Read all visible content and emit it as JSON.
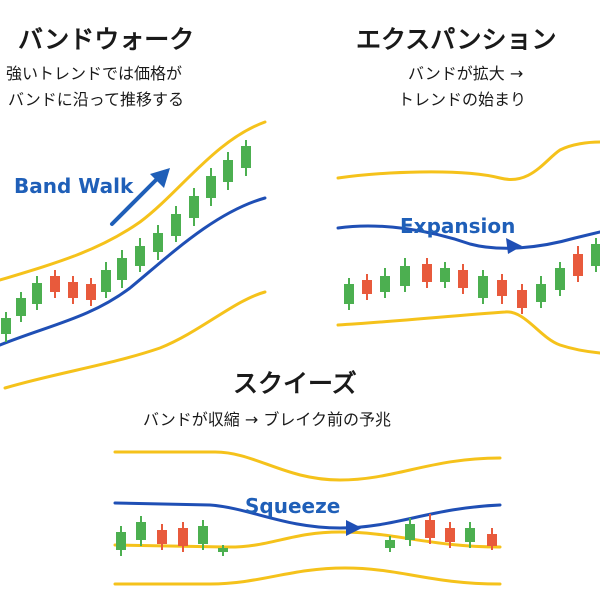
{
  "panels": {
    "band_walk": {
      "title": "バンドウォーク",
      "desc_line1": "強いトレンドでは価格が",
      "desc_line2": "バンドに沿って推移する",
      "label": "Band Walk"
    },
    "expansion": {
      "title": "エクスパンション",
      "desc_line1": "バンドが拡大 →",
      "desc_line2": "トレンドの始まり",
      "label": "Expansion"
    },
    "squeeze": {
      "title": "スクイーズ",
      "desc_line1": "バンドが収縮 → ブレイク前の予兆",
      "label": "Squeeze"
    }
  },
  "colors": {
    "outer_band": "#f5c21b",
    "middle_band": "#1f4fb5",
    "up_candle": "#4caf50",
    "down_candle": "#e85a3c",
    "label_blue": "#1f5fb8",
    "text": "#1a1a1a"
  }
}
